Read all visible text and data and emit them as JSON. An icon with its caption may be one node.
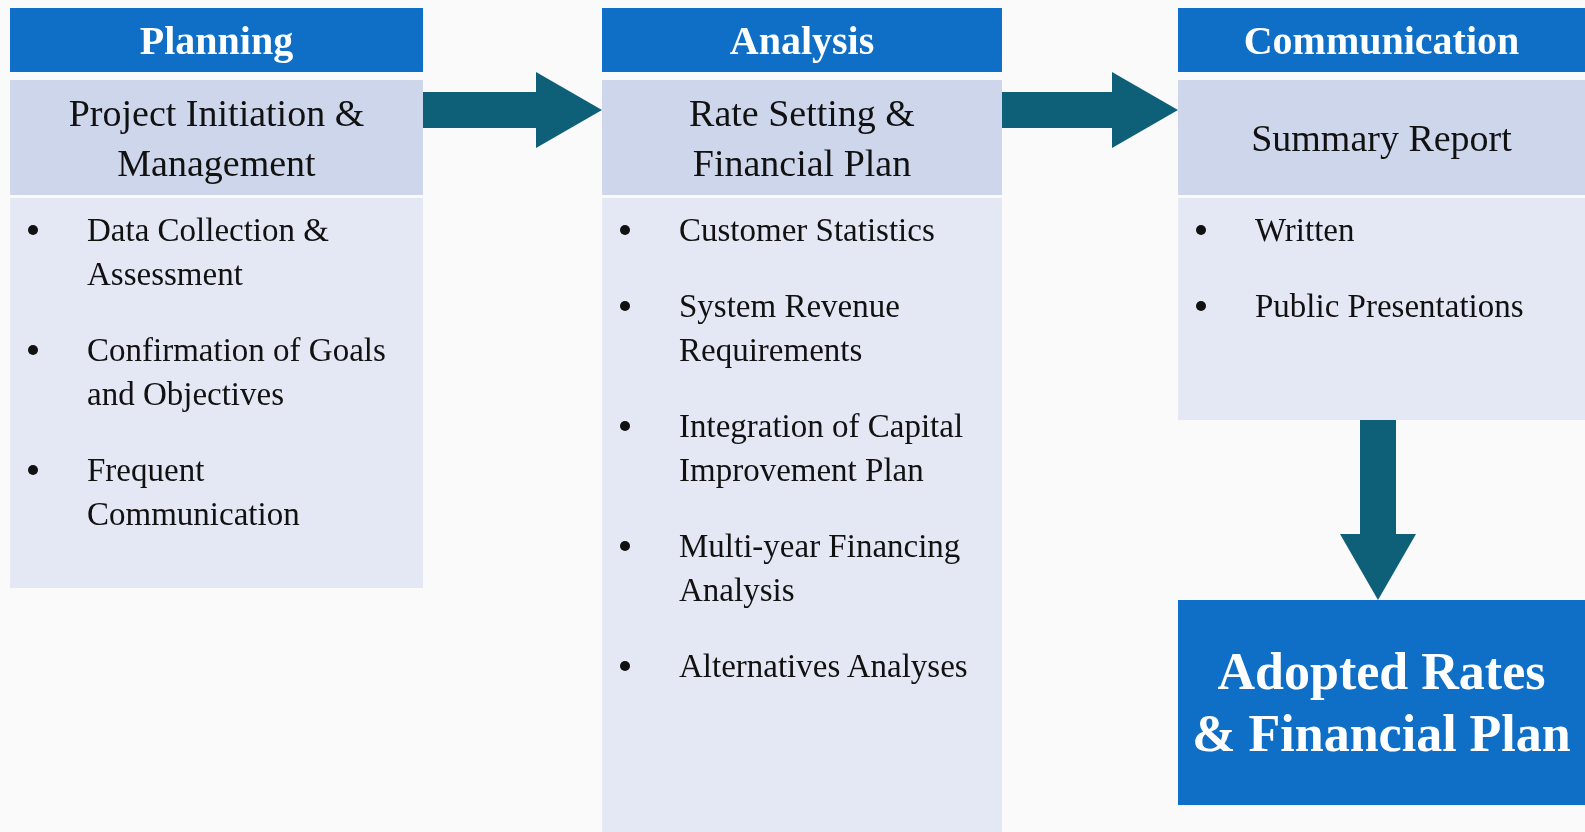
{
  "diagram": {
    "nodes": [
      {
        "text": [
          "Planning"
        ]
      },
      {
        "text": [
          "Project Initiation & Management"
        ]
      },
      {
        "text": [
          "Data Collection & Assessment",
          "Confirmation of Goals and Objectives",
          "Frequent Communication"
        ]
      },
      {
        "text": [
          "Analysis"
        ]
      },
      {
        "text": [
          "Rate Setting & Financial Plan"
        ]
      },
      {
        "text": [
          "Customer Statistics",
          "System Revenue Requirements",
          "Integration of Capital Improvement Plan",
          "Multi-year Financing Analysis",
          "Alternatives Analyses"
        ]
      },
      {
        "text": [
          "Communication"
        ]
      },
      {
        "text": [
          "Summary Report"
        ]
      },
      {
        "text": [
          "Written",
          "Public Presentations"
        ]
      },
      {
        "text": [
          "Adopted Rates & Financial Plan"
        ]
      }
    ],
    "edges": [
      {
        "from": 1,
        "to": 4,
        "arrow": "to"
      },
      {
        "from": 4,
        "to": 7,
        "arrow": "to"
      },
      {
        "from": 8,
        "to": 9,
        "arrow": "to"
      }
    ]
  }
}
